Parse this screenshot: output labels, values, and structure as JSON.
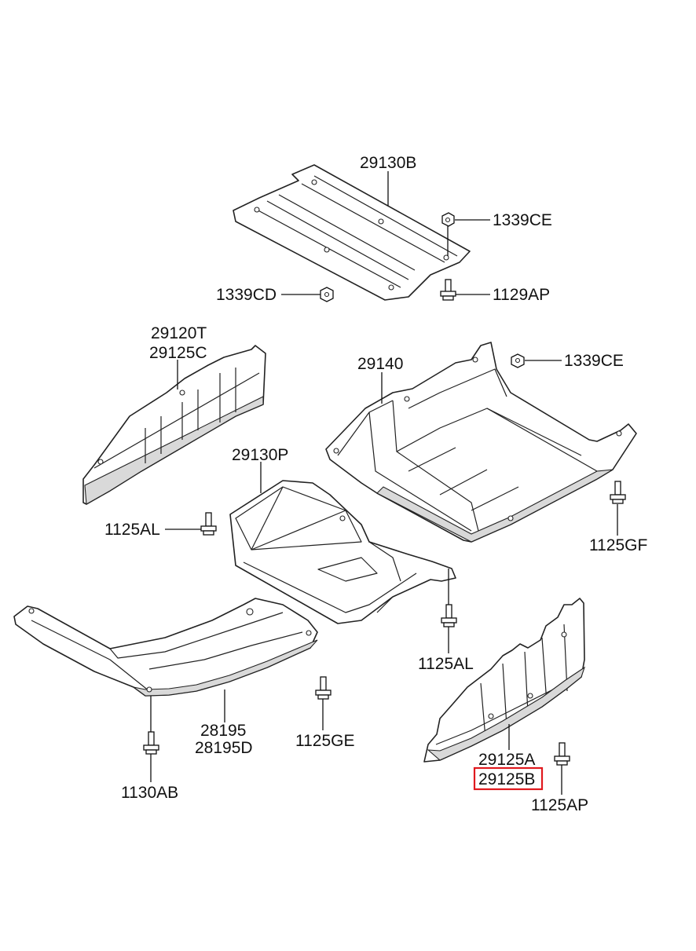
{
  "labels": {
    "p29130B": "29130B",
    "p1339CE_top": "1339CE",
    "p1339CD": "1339CD",
    "p1129AP": "1129AP",
    "p29120T": "29120T",
    "p29125C": "29125C",
    "p29140": "29140",
    "p1339CE_mid": "1339CE",
    "p29130P": "29130P",
    "p1125AL_left": "1125AL",
    "p1125GF": "1125GF",
    "p1125AL_mid": "1125AL",
    "p28195": "28195",
    "p28195D": "28195D",
    "p1125GE": "1125GE",
    "p1130AB": "1130AB",
    "p29125A": "29125A",
    "p29125B": "29125B",
    "p1125AP": "1125AP"
  },
  "highlight": {
    "part": "29125B",
    "color": "#e0191e"
  }
}
